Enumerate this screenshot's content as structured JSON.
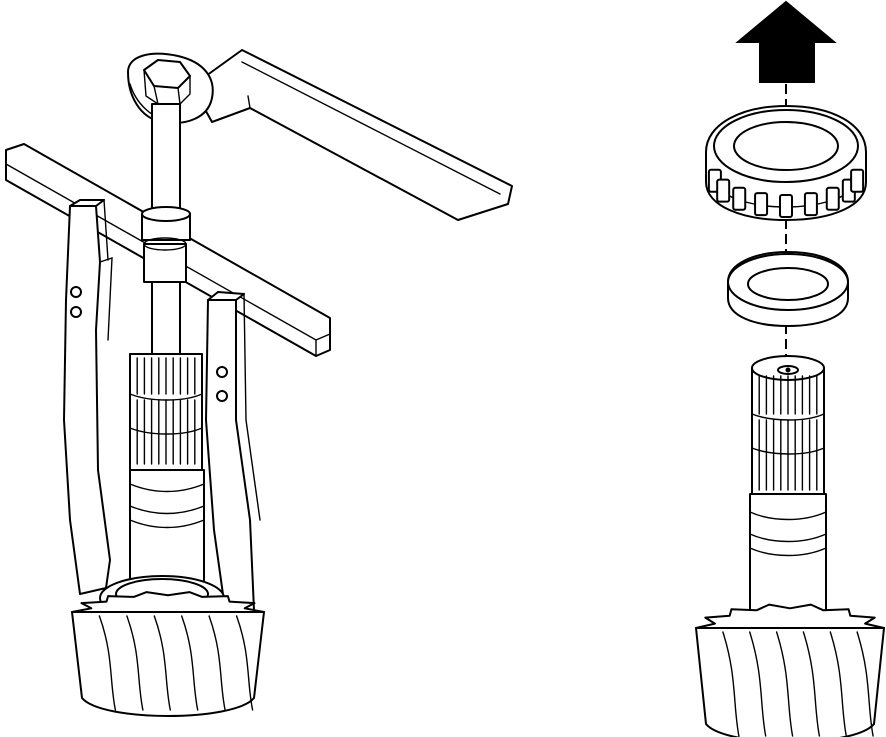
{
  "figure": {
    "labels": [],
    "colors": {
      "line": "#000000",
      "background": "#ffffff",
      "arrow": "#000000"
    },
    "left_view": {
      "spline_count": 9,
      "gear_teeth": 7
    },
    "right_view": {
      "spline_count": 9,
      "gear_teeth": 7,
      "bearing_rollers": 9
    },
    "arrow": {
      "direction": "up"
    }
  }
}
